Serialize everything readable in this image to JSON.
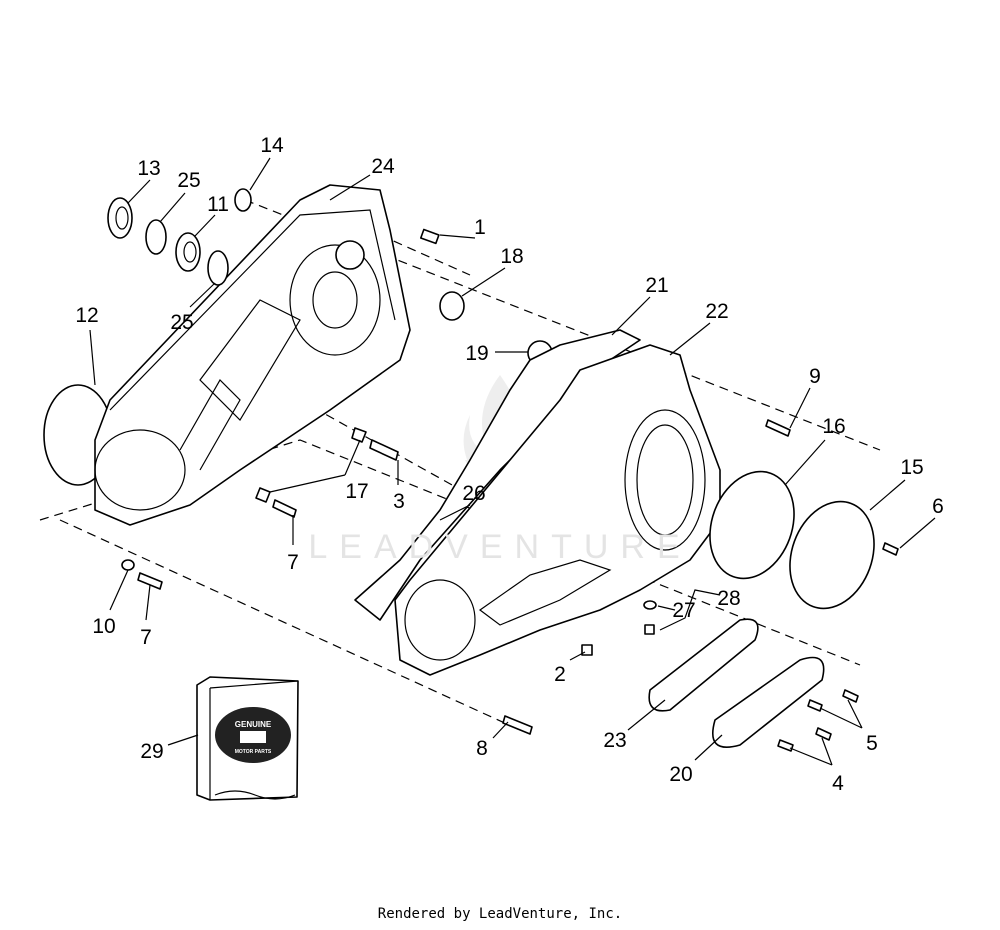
{
  "diagram": {
    "watermark": "LEADVENTURE",
    "callouts": {
      "c1": "1",
      "c2": "2",
      "c3": "3",
      "c4": "4",
      "c5": "5",
      "c6": "6",
      "c7a": "7",
      "c7b": "7",
      "c8": "8",
      "c9": "9",
      "c10": "10",
      "c11": "11",
      "c12": "12",
      "c13": "13",
      "c14": "14",
      "c15": "15",
      "c16": "16",
      "c17": "17",
      "c18": "18",
      "c19": "19",
      "c20": "20",
      "c21": "21",
      "c22": "22",
      "c23": "23",
      "c24": "24",
      "c25a": "25",
      "c25b": "25",
      "c26": "26",
      "c27": "27",
      "c28": "28",
      "c29": "29"
    },
    "package_logo": {
      "top": "GENUINE",
      "bottom": "MOTOR PARTS"
    }
  },
  "footer": {
    "text": "Rendered by LeadVenture, Inc."
  }
}
